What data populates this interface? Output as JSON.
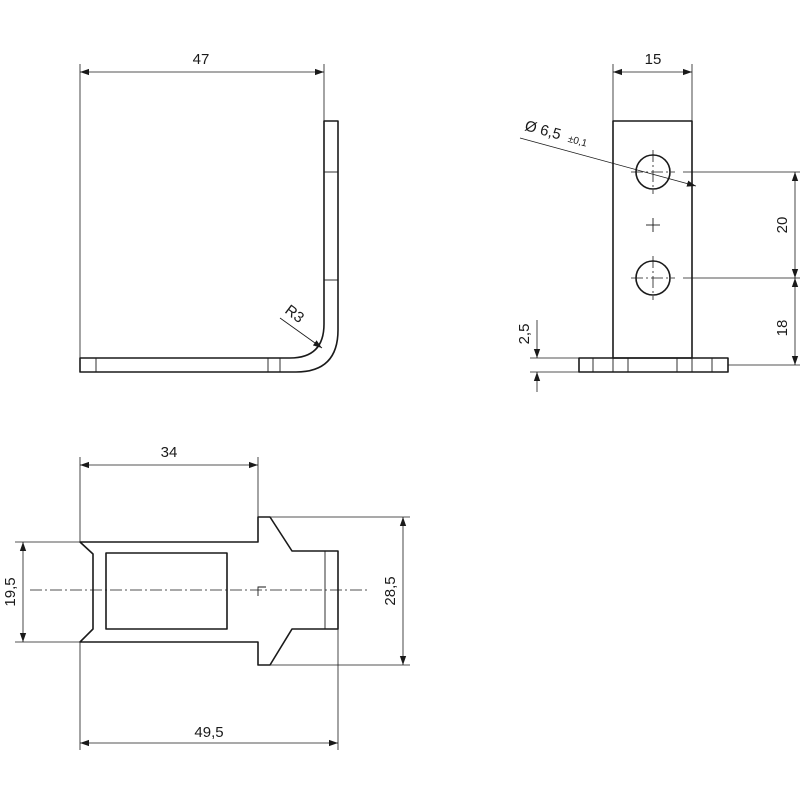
{
  "dimensions": {
    "top_width": "47",
    "bend_radius": "R3",
    "side_width": "15",
    "hole_diameter": "Ø 6,5",
    "hole_tolerance": "±0,1",
    "hole_spacing": "20",
    "hole_height": "18",
    "base_thickness": "2,5",
    "bottom_width": "34",
    "bottom_total_length": "49,5",
    "bottom_inner_height": "19,5",
    "bottom_outer_height": "28,5"
  }
}
